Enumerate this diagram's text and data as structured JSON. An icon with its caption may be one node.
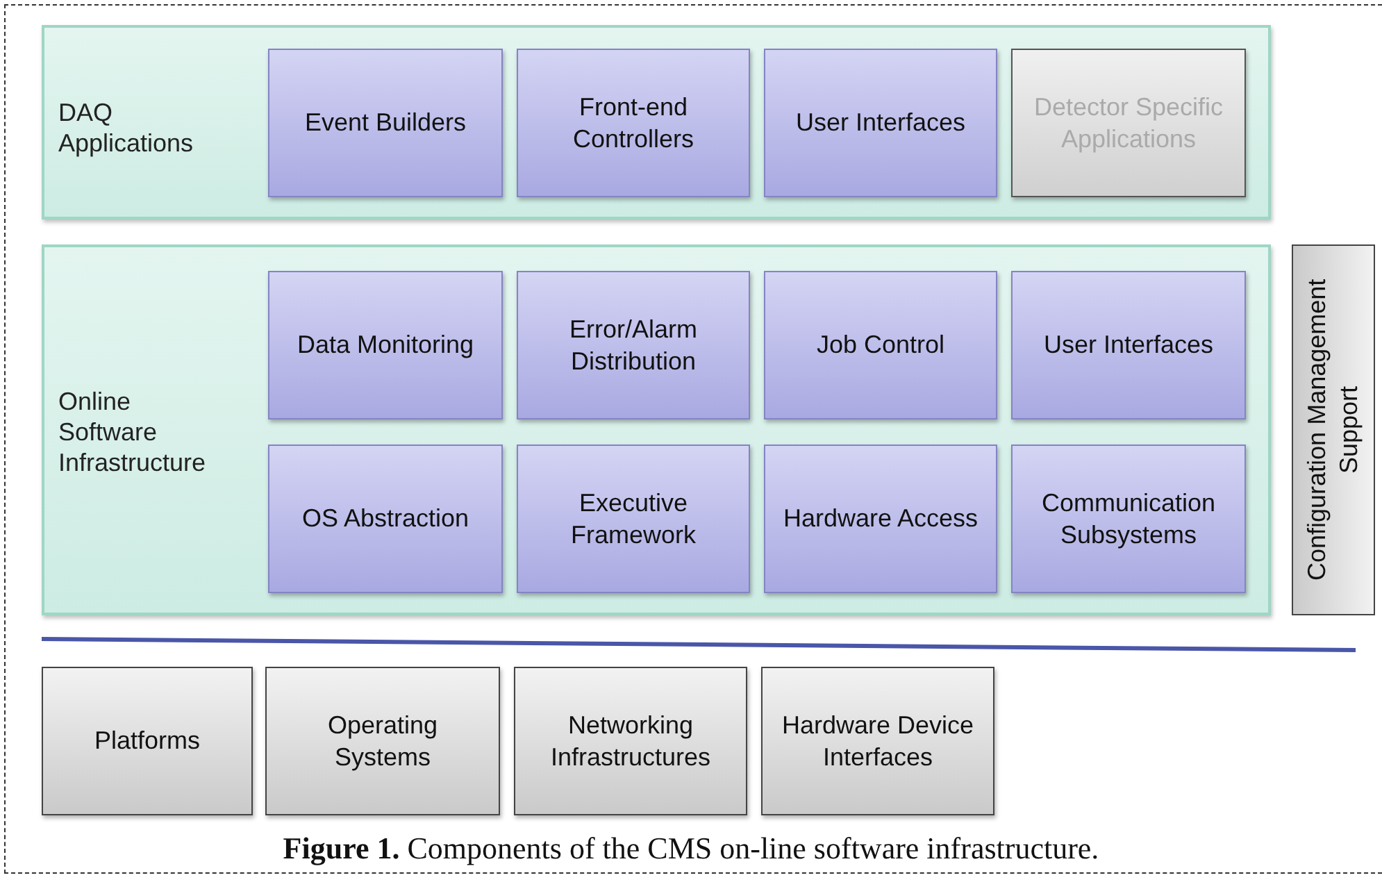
{
  "diagram": {
    "caption": "**Figure 1.** Components of the CMS on-line software infrastructure.",
    "nodes": [
      {
        "text": [
          "DAQ Applications"
        ]
      },
      {
        "text": [
          "Event Builders"
        ],
        "in": 0
      },
      {
        "text": [
          "Front-end Controllers"
        ],
        "in": 0
      },
      {
        "text": [
          "User Interfaces"
        ],
        "in": 0
      },
      {
        "text": [
          "Detector Specific Applications"
        ],
        "in": 0
      },
      {
        "text": [
          "Online Software Infrastructure"
        ]
      },
      {
        "text": [
          "Data Monitoring"
        ],
        "in": 5
      },
      {
        "text": [
          "Error/Alarm Distribution"
        ],
        "in": 5
      },
      {
        "text": [
          "Job Control"
        ],
        "in": 5
      },
      {
        "text": [
          "User Interfaces"
        ],
        "in": 5
      },
      {
        "text": [
          "OS Abstraction"
        ],
        "in": 5
      },
      {
        "text": [
          "Executive Framework"
        ],
        "in": 5
      },
      {
        "text": [
          "Hardware Access"
        ],
        "in": 5
      },
      {
        "text": [
          "Communication Subsystems"
        ],
        "in": 5
      },
      {
        "text": [
          "Configuration Management Support"
        ]
      },
      {
        "text": [
          "Platforms"
        ]
      },
      {
        "text": [
          "Operating Systems"
        ]
      },
      {
        "text": [
          "Networking Infrastructures"
        ]
      },
      {
        "text": [
          "Hardware Device Interfaces"
        ]
      }
    ]
  }
}
